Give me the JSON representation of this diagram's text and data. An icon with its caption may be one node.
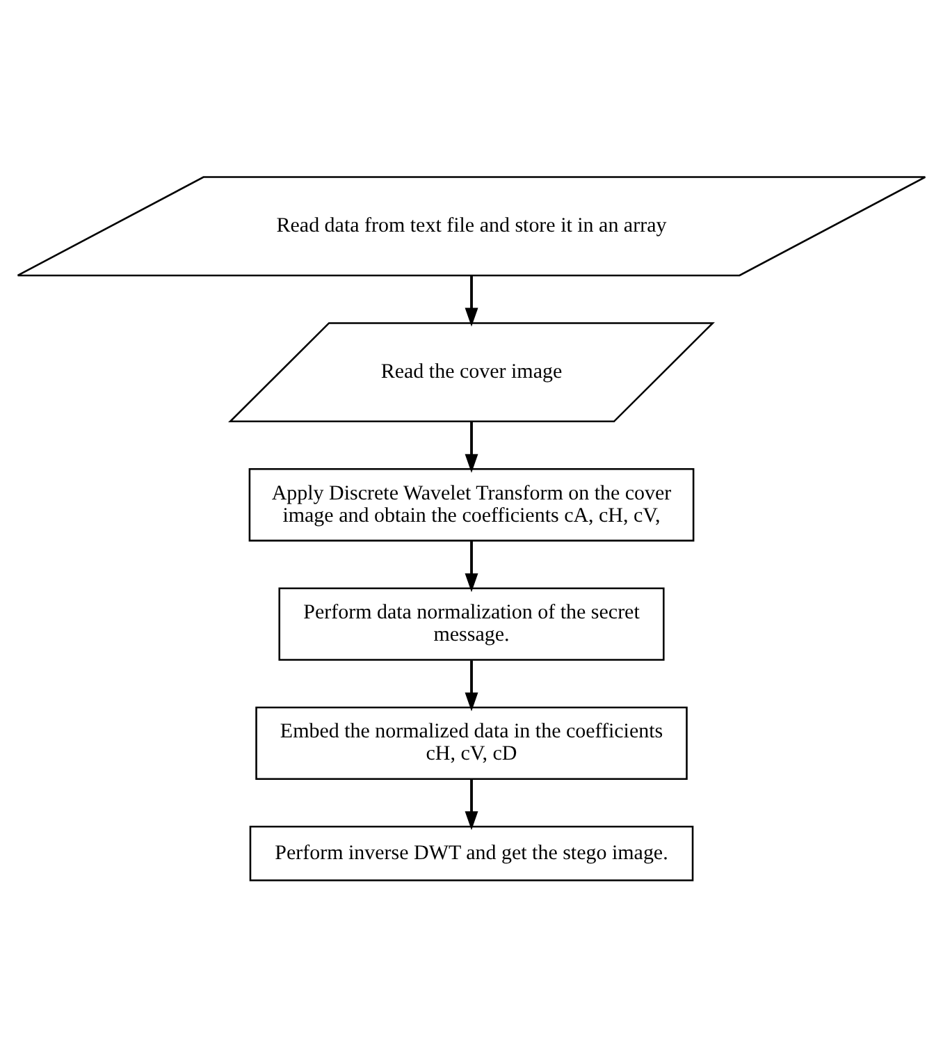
{
  "diagram": {
    "nodes": [
      {
        "text": [
          "Read data from text file and store it in an array"
        ]
      },
      {
        "text": [
          "Read the cover image"
        ]
      },
      {
        "text": [
          "Apply Discrete Wavelet Transform on the cover image and obtain the coefficients cA, cH, cV,"
        ]
      },
      {
        "text": [
          "Perform data normalization of the secret message."
        ]
      },
      {
        "text": [
          "Embed the normalized data in the coefficients cH, cV, cD"
        ]
      },
      {
        "text": [
          "Perform inverse DWT and get the stego image."
        ]
      }
    ],
    "edges": [
      {
        "from": 0,
        "to": 1,
        "arrow": "to"
      },
      {
        "from": 1,
        "to": 2,
        "arrow": "to"
      },
      {
        "from": 2,
        "to": 3,
        "arrow": "to"
      },
      {
        "from": 3,
        "to": 4,
        "arrow": "to"
      },
      {
        "from": 4,
        "to": 5,
        "arrow": "to"
      }
    ]
  }
}
